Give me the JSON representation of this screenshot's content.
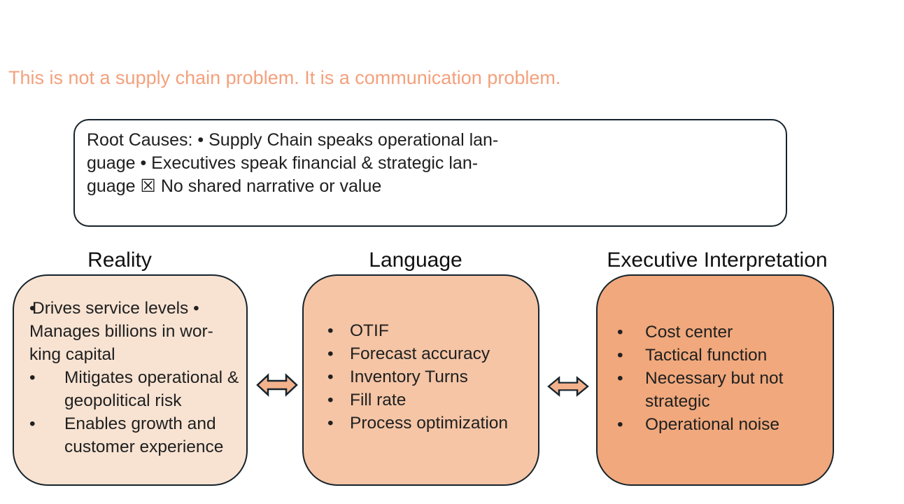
{
  "title": "This is not a supply chain problem. It is a communication problem.",
  "bullet_char": "•",
  "root_causes": {
    "lines": [
      "Root Causes: • Supply Chain speaks operational lan-",
      "guage • Executives speak financial & strategic lan-",
      "guage ☒ No shared narrative or value"
    ]
  },
  "columns": [
    {
      "header": "Reality",
      "lead_bullet": "•",
      "intro_lines": [
        "Drives service levels •",
        "Manages billions in wor-",
        "king capital"
      ],
      "bullets": [
        "Mitigates operational & geopolitical risk",
        "Enables growth and customer experience"
      ]
    },
    {
      "header": "Language",
      "bullets": [
        "OTIF",
        "Forecast accuracy",
        "Inventory Turns",
        "Fill rate",
        "Process optimization"
      ]
    },
    {
      "header": "Executive Interpretation",
      "bullets": [
        "Cost center",
        "Tactical function",
        "Necessary but not strategic",
        "Operational noise"
      ]
    }
  ],
  "icons": {
    "between_boxes": "double-headed-arrow"
  },
  "colors": {
    "title_accent": "#F3A17D",
    "box_reality": "#F8E3D2",
    "box_language": "#F5C5A6",
    "box_executive": "#F0A87C",
    "arrow_fill": "#F3B28C",
    "outline": "#16232C",
    "text": "#202020"
  }
}
